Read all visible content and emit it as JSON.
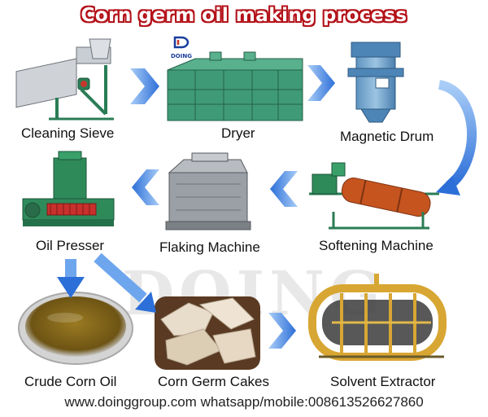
{
  "title": "Corn germ oil making process",
  "logo_text": "DOING",
  "watermark": "DOING",
  "labels": {
    "cleaning_sieve": "Cleaning Sieve",
    "dryer": "Dryer",
    "magnetic_drum": "Magnetic Drum",
    "oil_presser": "Oil Presser",
    "flaking_machine": "Flaking Machine",
    "softening_machine": "Softening Machine",
    "crude_corn_oil": "Crude Corn Oil",
    "corn_germ_cakes": "Corn Germ Cakes",
    "solvent_extractor": "Solvent Extractor"
  },
  "footer": "www.doinggroup.com whatsapp/mobile:008613526627860",
  "colors": {
    "title_outline": "#b4121a",
    "arrow": "#3a7fe0",
    "machine_green": "#2f8a5a",
    "machine_dryer": "#3f9a78",
    "drum_blue": "#6fa6cc",
    "softener_orange": "#c5541f",
    "extractor_yellow": "#d8a632",
    "oil_color": "#8a6a18"
  }
}
